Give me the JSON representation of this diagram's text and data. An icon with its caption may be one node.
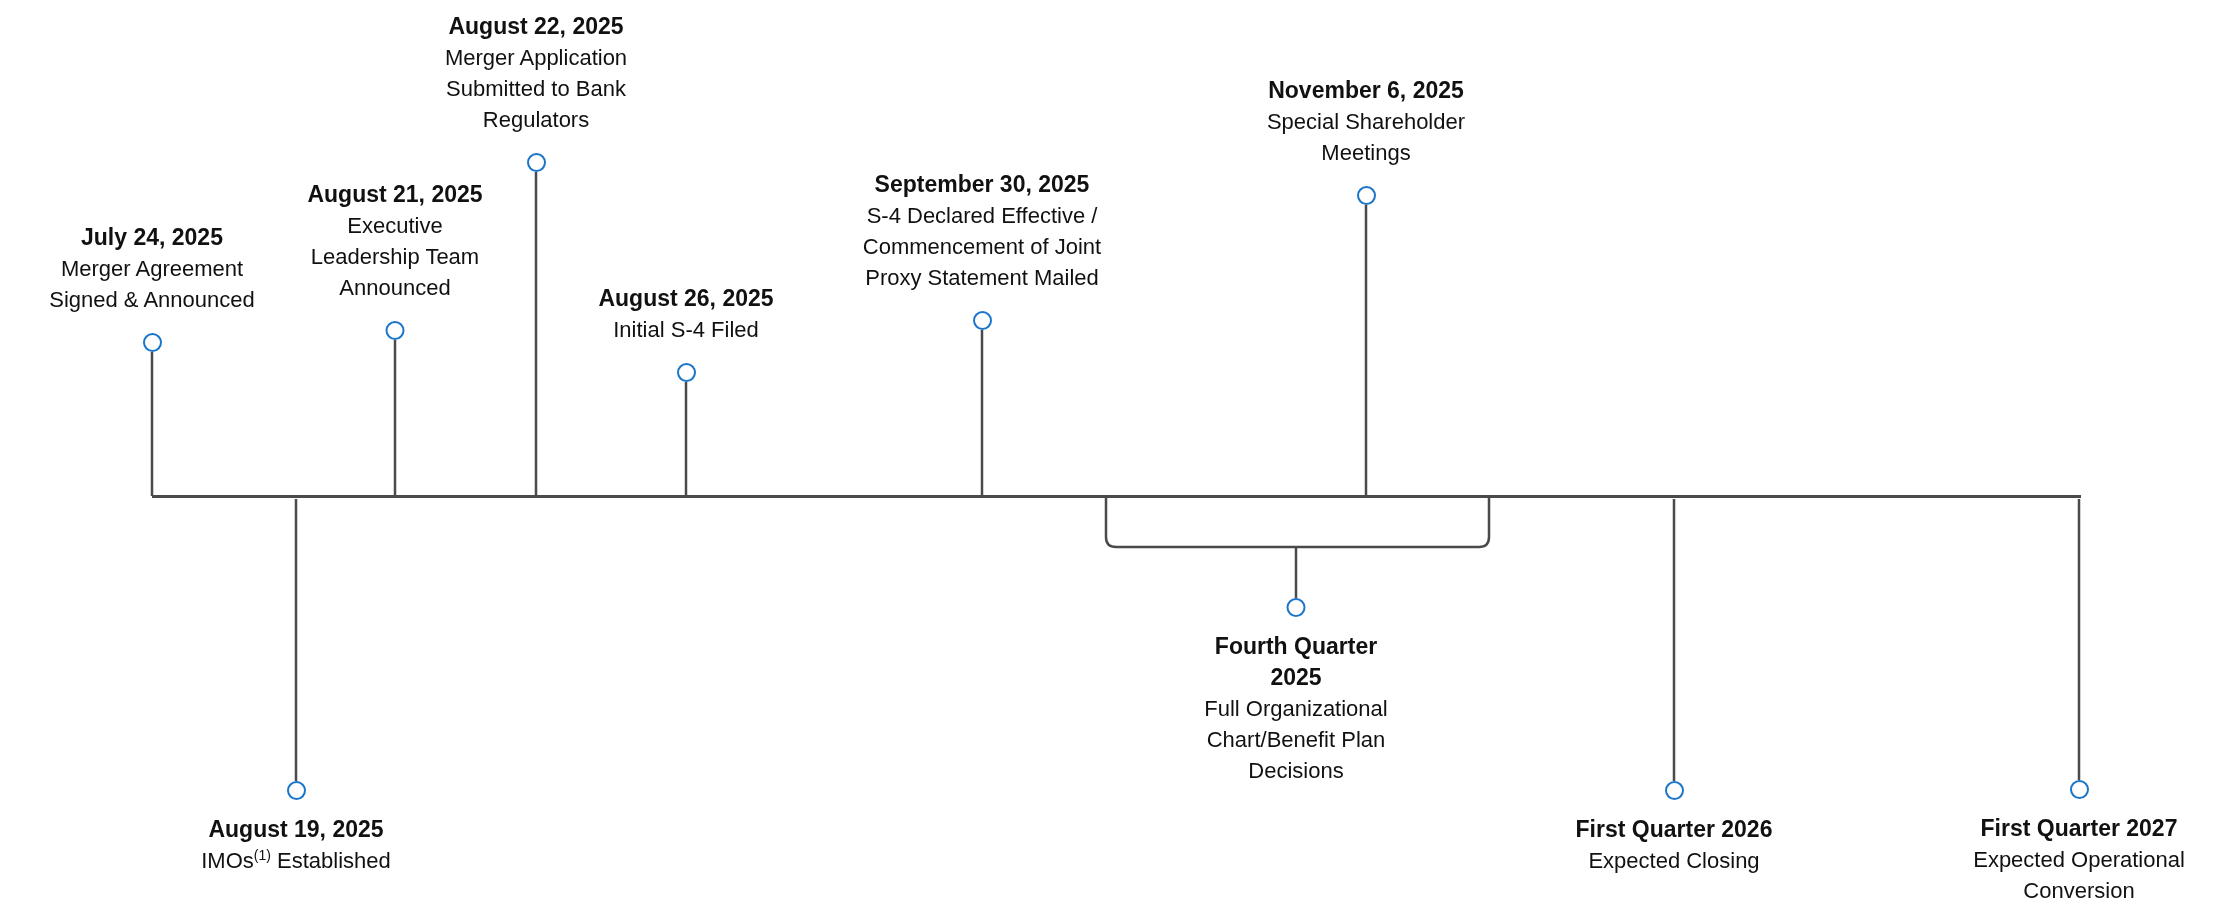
{
  "diagram": {
    "nodes": [
      {
        "text": [
          "July 24, 2025",
          "Merger Agreement Signed & Announced"
        ]
      },
      {
        "text": [
          "August 19, 2025",
          "IMOs$^{(1)}$ Established"
        ]
      },
      {
        "text": [
          "August 21, 2025",
          "Executive Leadership Team Announced"
        ]
      },
      {
        "text": [
          "August 22, 2025",
          "Merger Application Submitted to Bank Regulators"
        ]
      },
      {
        "text": [
          "August 26, 2025",
          "Initial S-4 Filed"
        ]
      },
      {
        "text": [
          "September 30, 2025",
          "S-4 Declared Effective / Commencement of Joint Proxy Statement Mailed"
        ]
      },
      {
        "text": [
          "November 6, 2025",
          "Special Shareholder Meetings"
        ]
      },
      {
        "text": [
          "Fourth Quarter 2025",
          "Full Organizational Chart/Benefit Plan Decisions"
        ]
      },
      {
        "text": [
          "First Quarter 2026",
          "Expected Closing"
        ]
      },
      {
        "text": [
          "First Quarter 2027",
          "Expected Operational Conversion"
        ]
      },
      {
        "text": [],
        "shape": "bar"
      }
    ],
    "edges": [
      {
        "from": 10,
        "to": 0,
        "arrow": "none"
      },
      {
        "from": 10,
        "to": 1,
        "arrow": "none"
      },
      {
        "from": 10,
        "to": 2,
        "arrow": "none"
      },
      {
        "from": 10,
        "to": 3,
        "arrow": "none"
      },
      {
        "from": 10,
        "to": 4,
        "arrow": "none"
      },
      {
        "from": 10,
        "to": 5,
        "arrow": "none"
      },
      {
        "from": 10,
        "to": 6,
        "arrow": "none"
      },
      {
        "from": 10,
        "to": 7,
        "arrow": "none"
      },
      {
        "from": 10,
        "to": 8,
        "arrow": "none"
      },
      {
        "from": 10,
        "to": 9,
        "arrow": "none"
      }
    ]
  }
}
